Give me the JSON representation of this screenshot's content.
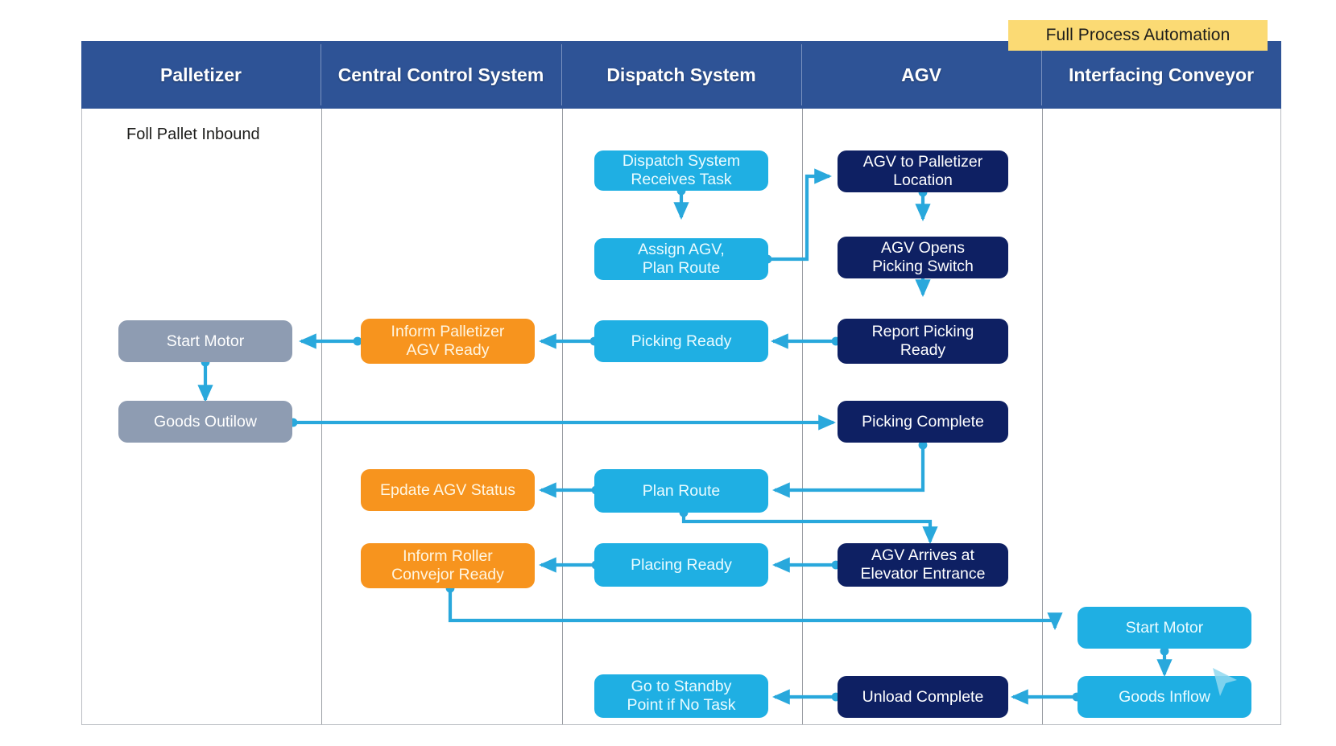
{
  "badge": {
    "label": "Full Process Automation"
  },
  "lanes": [
    {
      "id": "palletizer",
      "label": "Palletizer"
    },
    {
      "id": "central",
      "label": "Central Control\nSystem"
    },
    {
      "id": "dispatch",
      "label": "Dispatch System"
    },
    {
      "id": "agv",
      "label": "AGV"
    },
    {
      "id": "conveyor",
      "label": "Interfacing\nConveyor"
    }
  ],
  "annotations": [
    {
      "id": "foll-pallet-inbound",
      "label": "Foll Pallet Inbound"
    }
  ],
  "nodes": [
    {
      "id": "dispatch-receives-task",
      "lane": "dispatch",
      "label": "Dispatch System\nReceives Task",
      "color": "cyan"
    },
    {
      "id": "assign-agv-plan-route",
      "lane": "dispatch",
      "label": "Assign AGV,\nPlan Route",
      "color": "cyan"
    },
    {
      "id": "agv-to-palletizer",
      "lane": "agv",
      "label": "AGV to Palletizer\nLocation",
      "color": "navy"
    },
    {
      "id": "agv-opens-picking",
      "lane": "agv",
      "label": "AGV Opens\nPicking Switch",
      "color": "navy"
    },
    {
      "id": "report-picking-ready",
      "lane": "agv",
      "label": "Report Picking\nReady",
      "color": "navy"
    },
    {
      "id": "picking-ready",
      "lane": "dispatch",
      "label": "Picking Ready",
      "color": "cyan"
    },
    {
      "id": "inform-palletizer",
      "lane": "central",
      "label": "Inform Palletizer\nAGV Ready",
      "color": "orange"
    },
    {
      "id": "start-motor-palletizer",
      "lane": "palletizer",
      "label": "Start Motor",
      "color": "gray"
    },
    {
      "id": "goods-outilow",
      "lane": "palletizer",
      "label": "Goods Outilow",
      "color": "gray"
    },
    {
      "id": "picking-complete",
      "lane": "agv",
      "label": "Picking Complete",
      "color": "navy"
    },
    {
      "id": "plan-route",
      "lane": "dispatch",
      "label": "Plan Route",
      "color": "cyan"
    },
    {
      "id": "epdate-agv-status",
      "lane": "central",
      "label": "Epdate AGV Status",
      "color": "orange"
    },
    {
      "id": "agv-arrives-elevator",
      "lane": "agv",
      "label": "AGV Arrives at\nElevator Entrance",
      "color": "navy"
    },
    {
      "id": "placing-ready",
      "lane": "dispatch",
      "label": "Placing Ready",
      "color": "cyan"
    },
    {
      "id": "inform-roller",
      "lane": "central",
      "label": "Inform Roller\nConvejor Ready",
      "color": "orange"
    },
    {
      "id": "start-motor-conveyor",
      "lane": "conveyor",
      "label": "Start Motor",
      "color": "cyan"
    },
    {
      "id": "goods-inflow",
      "lane": "conveyor",
      "label": "Goods Inflow",
      "color": "cyan"
    },
    {
      "id": "unload-complete",
      "lane": "agv",
      "label": "Unload Complete",
      "color": "navy"
    },
    {
      "id": "go-to-standby",
      "lane": "dispatch",
      "label": "Go to Standby\nPoint if No Task",
      "color": "cyan"
    }
  ],
  "colors": {
    "header_blue": "#2e5396",
    "badge_yellow": "#fbda74",
    "node_cyan": "#1fafe3",
    "node_navy": "#0e2063",
    "node_orange": "#f7941e",
    "node_gray": "#8e9cb2",
    "connector": "#29a8dc"
  }
}
